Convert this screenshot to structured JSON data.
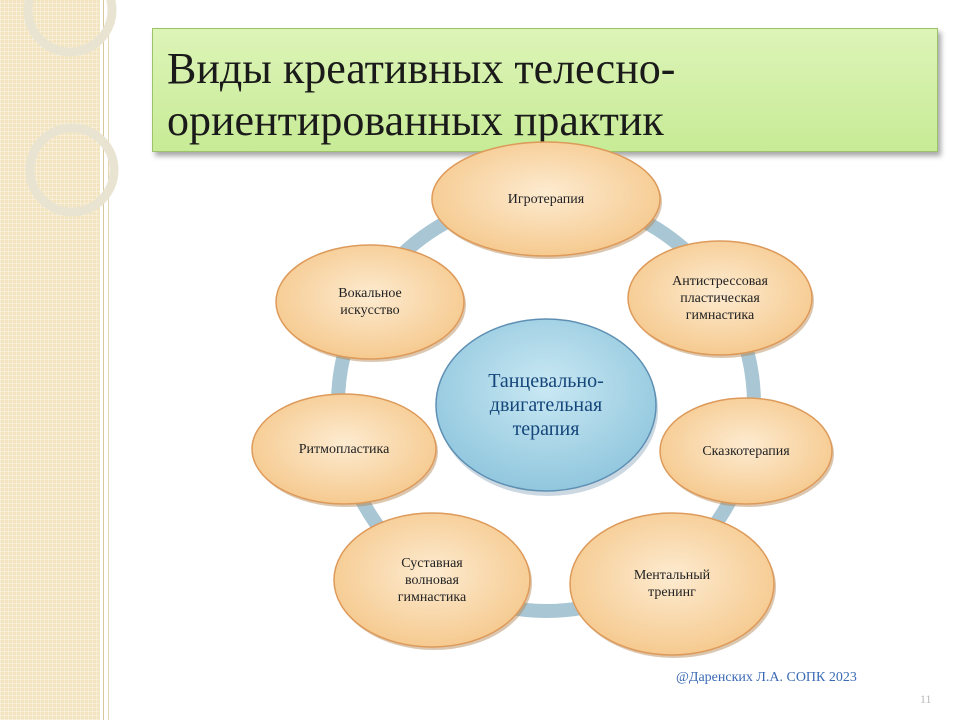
{
  "slide": {
    "title": "Виды креативных телесно-\nориентированных практик",
    "footer_credit": "@Даренских Л.А. СОПК 2023",
    "page_number": "11"
  },
  "diagram": {
    "center": "Танцевально-\nдвигательная\nтерапия",
    "nodes": [
      "Игротерапия",
      "Антистрессовая\nпластическая\nгимнастика",
      "Сказкотерапия",
      "Ментальный\nтренинг",
      "Суставная\nволновая\nгимнастика",
      "Ритмопластика",
      "Вокальное\nискусство"
    ]
  },
  "colors": {
    "title_bg": "#c7eb96",
    "node_fill": "#f9d6a5",
    "node_border": "#dd9a5a",
    "center_fill": "#9fd0e4",
    "center_text": "#15467a",
    "ring": "#a9c6d4",
    "side_strip": "#f3e4c0"
  }
}
